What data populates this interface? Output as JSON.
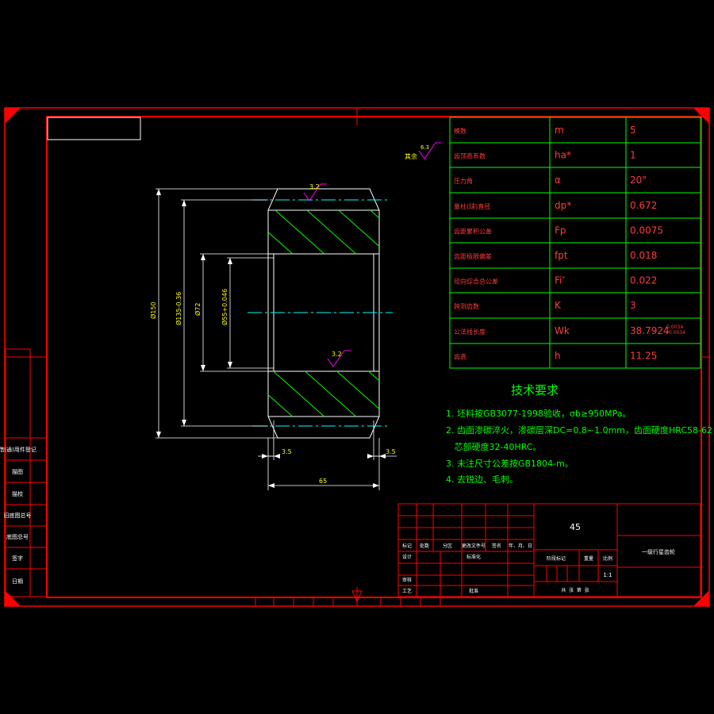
{
  "spec_table": [
    {
      "name": "模数",
      "symbol": "m",
      "value": "5"
    },
    {
      "name": "齿顶高系数",
      "symbol": "ha*",
      "value": "1"
    },
    {
      "name": "压力角",
      "symbol": "α",
      "value": "20°"
    },
    {
      "name": "量柱(球)直径",
      "symbol": "dp*",
      "value": "0.672"
    },
    {
      "name": "齿距累积公差",
      "symbol": "Fp",
      "value": "0.0075"
    },
    {
      "name": "齿距极限偏差",
      "symbol": "fpt",
      "value": "0.018"
    },
    {
      "name": "径向综合总公差",
      "symbol": "Fi″",
      "value": "0.022"
    },
    {
      "name": "跨测齿数",
      "symbol": "K",
      "value": "3"
    },
    {
      "name": "公法线长度",
      "symbol": "Wk",
      "value": "38.7924",
      "tol_upper": "-0.0034",
      "tol_lower": "+0.0034"
    },
    {
      "name": "齿高",
      "symbol": "h",
      "value": "11.25"
    }
  ],
  "tech_req": {
    "title": "技术要求",
    "items": [
      "1. 坯料按GB3077-1998验收，σb≥950MPa。",
      "2. 齿面渗碳淬火，渗碳层深DC=0.8~1.0mm，齿面硬度HRC58-62，",
      "   芯部硬度32-40HRC。",
      "3. 未注尺寸公差按GB1804-m。",
      "4. 去锐边、毛刺。"
    ]
  },
  "dims": {
    "d150": "Ø150",
    "d135": "Ø135-0.36",
    "d72": "Ø72",
    "d55": "Ø55+0.046",
    "w35_left": "3.5",
    "w35_right": "3.5",
    "w65": "65",
    "rough_top": "3.2",
    "rough_bore": "3.2",
    "rough_other": "其余",
    "rough_other_val": "6.3"
  },
  "title_block": {
    "material": "45",
    "part_name": "一级行星齿轮",
    "scale": "1:1",
    "revision_headers": [
      "标记",
      "处数",
      "分区",
      "更改文件号",
      "签名",
      "年、月、日"
    ],
    "labels": {
      "design": "设计",
      "standardize": "标准化",
      "review": "审核",
      "process": "工艺",
      "approve": "批准",
      "stage_mark": "阶段标记",
      "weight": "重量",
      "scale": "比例",
      "sheets": "共  张  第  张"
    }
  },
  "side_labels": [
    "借(通)用件登记",
    "描图",
    "描校",
    "旧底图总号",
    "底图总号",
    "签字",
    "日期"
  ]
}
